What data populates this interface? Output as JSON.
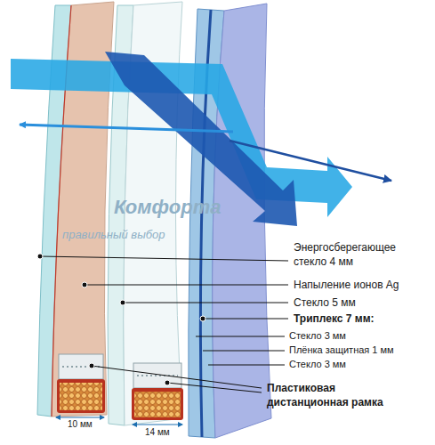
{
  "diagram": {
    "labels": [
      "Энергосберегающее стекло 4 мм",
      "Напыление ионов Ag",
      "Стекло 5 мм",
      "Триплекс 7 мм:",
      "Стекло 3 мм",
      "Плёнка защитная 1 мм",
      "Стекло 3 мм",
      "Пластиковая дистанционная рамка",
      "10 мм",
      "14 мм",
      "Комфорта",
      "правильный выбор"
    ]
  }
}
